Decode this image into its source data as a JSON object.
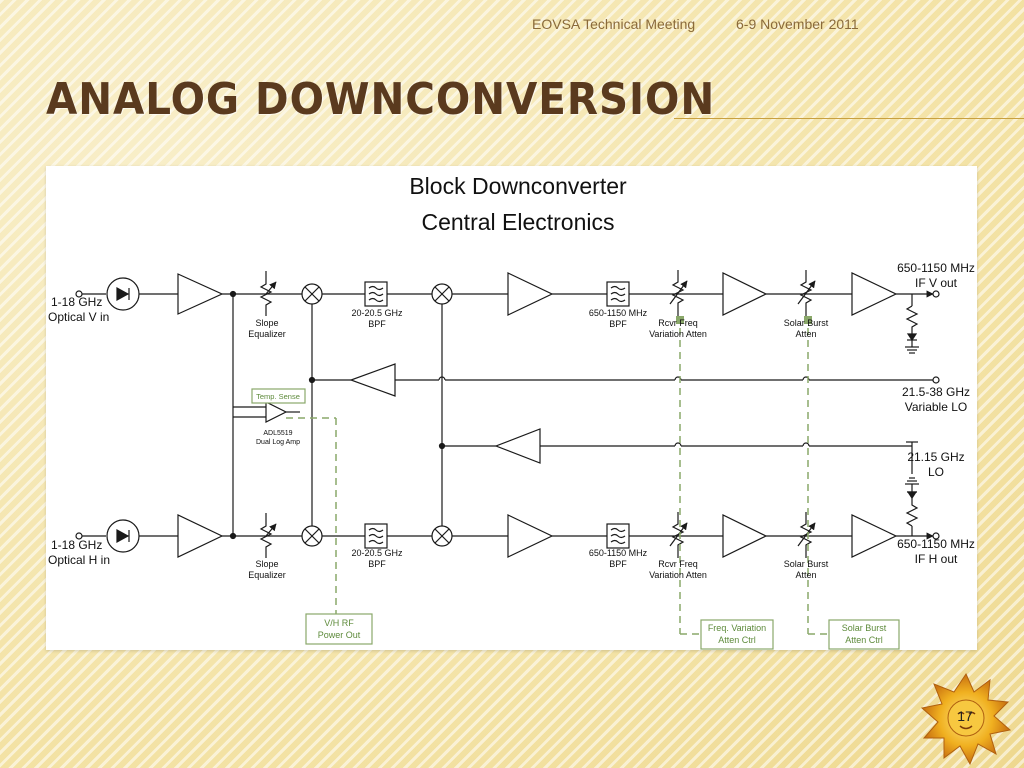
{
  "header": {
    "meeting": "EOVSA Technical Meeting",
    "date": "6-9 November 2011"
  },
  "slide": {
    "title": "ANALOG DOWNCONVERSION",
    "page_number": "17"
  },
  "diagram": {
    "title_line1": "Block Downconverter",
    "title_line2": "Central Electronics",
    "top": {
      "input_freq": "1-18 GHz",
      "input_label": "Optical V in",
      "slope_1": "Slope",
      "slope_2": "Equalizer",
      "bpf1_freq": "20-20.5 GHz",
      "bpf1_label": "BPF",
      "bpf2_freq": "650-1150 MHz",
      "bpf2_label": "BPF",
      "atten1_1": "Rcvr Freq",
      "atten1_2": "Variation Atten",
      "atten2_1": "Solar Burst",
      "atten2_2": "Atten",
      "out_freq": "650-1150 MHz",
      "out_label": "IF V out"
    },
    "bottom": {
      "input_freq": "1-18 GHz",
      "input_label": "Optical H in",
      "slope_1": "Slope",
      "slope_2": "Equalizer",
      "bpf1_freq": "20-20.5 GHz",
      "bpf1_label": "BPF",
      "bpf2_freq": "650-1150 MHz",
      "bpf2_label": "BPF",
      "atten1_1": "Rcvr Freq",
      "atten1_2": "Variation Atten",
      "atten2_1": "Solar Burst",
      "atten2_2": "Atten",
      "out_freq": "650-1150 MHz",
      "out_label": "IF H out"
    },
    "lo1_freq": "21.5-38 GHz",
    "lo1_label": "Variable LO",
    "lo2_freq": "21.15 GHz",
    "lo2_label": "LO",
    "temp_sense": "Temp. Sense",
    "adl_1": "ADL5519",
    "adl_2": "Dual Log Amp",
    "vh_1": "V/H RF",
    "vh_2": "Power Out",
    "freq_ctrl_1": "Freq. Variation",
    "freq_ctrl_2": "Atten Ctrl",
    "solar_ctrl_1": "Solar Burst",
    "solar_ctrl_2": "Atten Ctrl",
    "colors": {
      "line": "#1a1a1a",
      "ctrl": "#8aa86a"
    }
  }
}
